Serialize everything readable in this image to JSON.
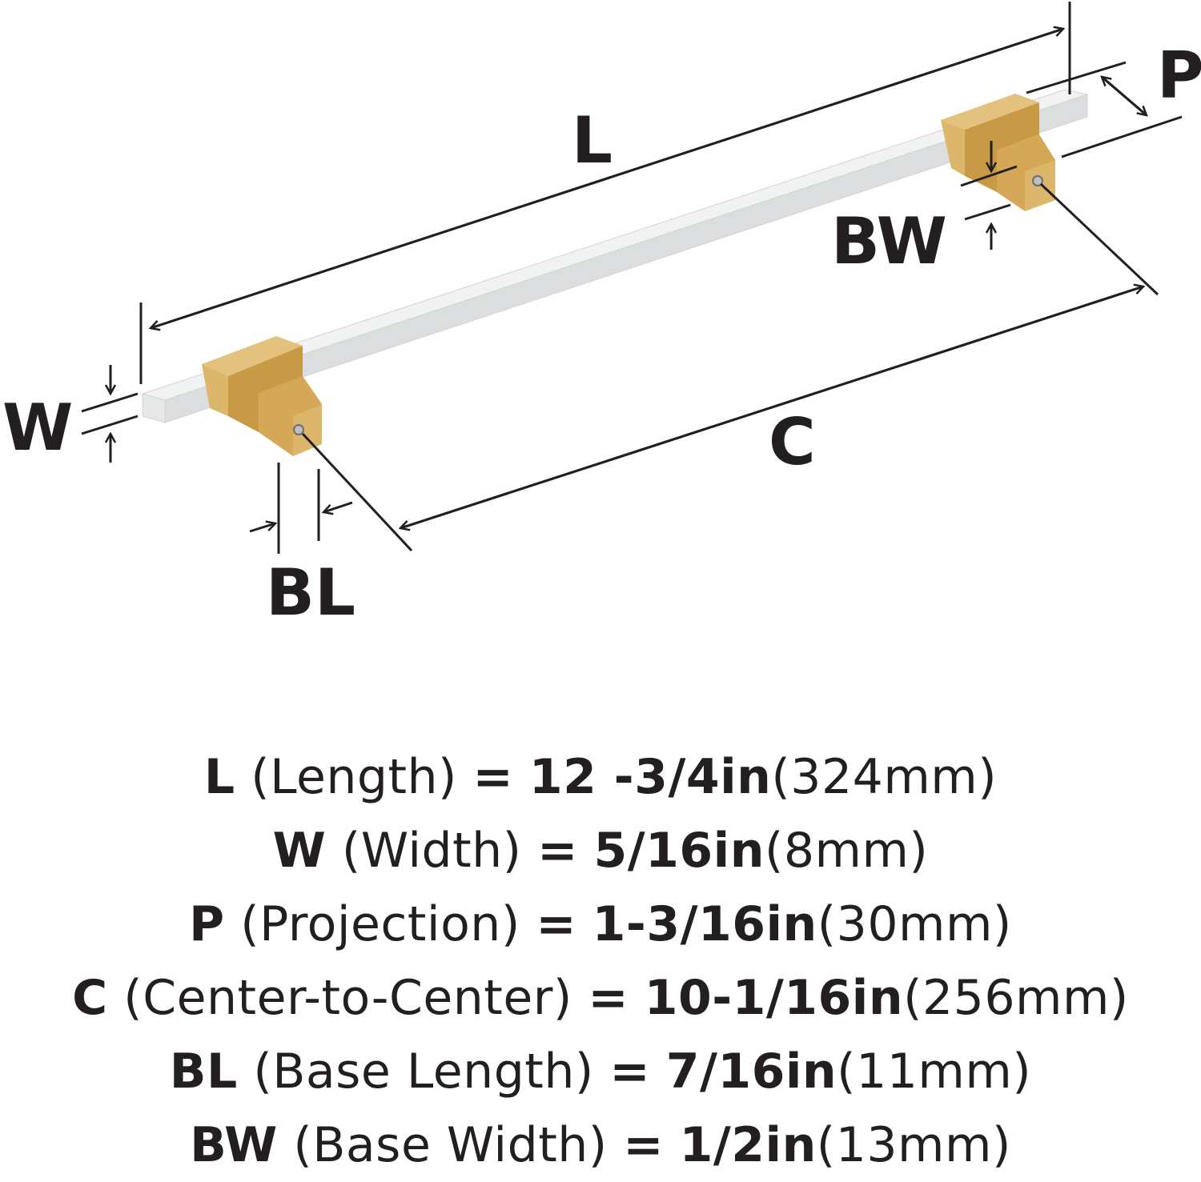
{
  "colors": {
    "ink": "#231f20",
    "bar": "#e6e7e8",
    "bar_shade": "#d1d3d4",
    "brass": "#dcb66a",
    "brass_dark": "#c99a45"
  },
  "diagram_labels": {
    "L": "L",
    "P": "P",
    "BW": "BW",
    "W": "W",
    "C": "C",
    "BL": "BL"
  },
  "specs": [
    {
      "key": "L",
      "name": "(Length)",
      "eq": "=",
      "imperial": "12 -3/4in",
      "metric": "(324mm)"
    },
    {
      "key": "W",
      "name": "(Width)",
      "eq": "=",
      "imperial": "5/16in",
      "metric": "(8mm)"
    },
    {
      "key": "P",
      "name": "(Projection)",
      "eq": "=",
      "imperial": "1-3/16in",
      "metric": "(30mm)"
    },
    {
      "key": "C",
      "name": "(Center-to-Center)",
      "eq": "=",
      "imperial": "10-1/16in",
      "metric": "(256mm)"
    },
    {
      "key": "BL",
      "name": "(Base Length)",
      "eq": "=",
      "imperial": "7/16in",
      "metric": "(11mm)"
    },
    {
      "key": "BW",
      "name": "(Base Width)",
      "eq": "=",
      "imperial": "1/2in",
      "metric": "(13mm)"
    }
  ]
}
